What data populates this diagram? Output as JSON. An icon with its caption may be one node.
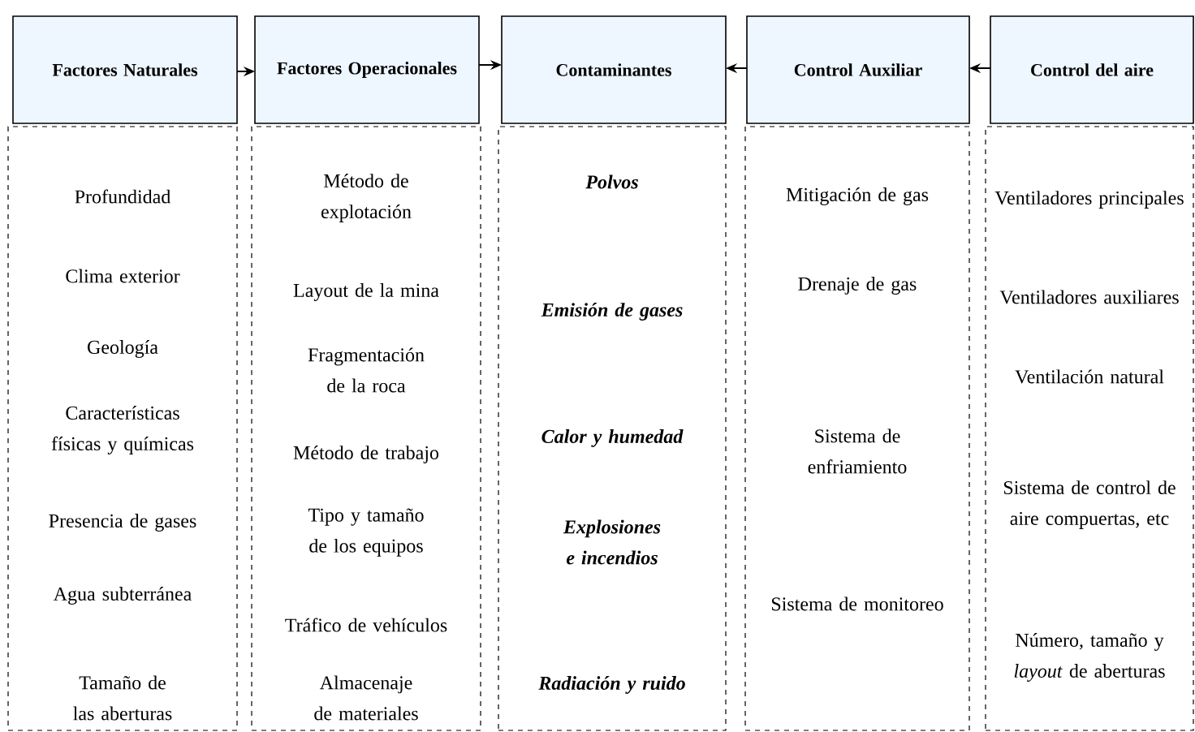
{
  "diagram": {
    "nodes": [
      {
        "text": [
          "Factores Naturales"
        ]
      },
      {
        "text": [
          "Factores Operacionales"
        ]
      },
      {
        "text": [
          "Contaminantes"
        ]
      },
      {
        "text": [
          "Control Auxiliar"
        ]
      },
      {
        "text": [
          "Control del aire"
        ]
      },
      {
        "text": [
          "Profundidad",
          "Clima exterior",
          "Geología",
          "Características físicas y químicas",
          "Presencia de gases",
          "Agua subterránea",
          "Tamaño de las aberturas"
        ]
      },
      {
        "text": [
          "Método de explotación",
          "Layout de la mina",
          "Fragmentación de la roca",
          "Método de trabajo",
          "Tipo y tamaño de los equipos",
          "Tráfico de vehículos",
          "Almacenaje de materiales"
        ]
      },
      {
        "text": [
          "Polvos",
          "Emisión de gases",
          "Calor y humedad",
          "Explosiones e incendios",
          "Radiación y ruido"
        ]
      },
      {
        "text": [
          "Mitigación de gas",
          "Drenaje de gas",
          "Sistema de enfriamiento",
          "Sistema de monitoreo"
        ]
      },
      {
        "text": [
          "Ventiladores principales",
          "Ventiladores auxiliares",
          "Ventilación natural",
          "Sistema de control de aire compuertas, etc",
          "Número, tamaño y *layout* de aberturas"
        ]
      }
    ],
    "edges": [
      {
        "from": 0,
        "to": 1,
        "arrow": "to"
      },
      {
        "from": 1,
        "to": 2,
        "arrow": "to"
      },
      {
        "from": 3,
        "to": 2,
        "arrow": "to"
      },
      {
        "from": 4,
        "to": 3,
        "arrow": "to"
      }
    ]
  }
}
